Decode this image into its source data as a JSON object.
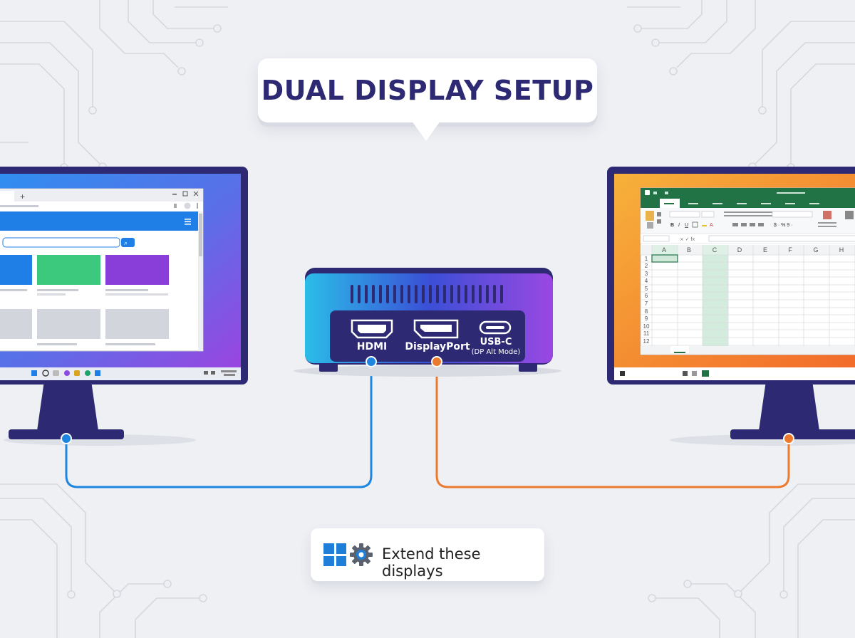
{
  "title": "DUAL DISPLAY SETUP",
  "ports": {
    "hdmi": "HDMI",
    "displayport": "DisplayPort",
    "usbc": "USB-C",
    "usbc_sub": "(DP Alt Mode)"
  },
  "footer": {
    "action_label": "Extend these displays"
  },
  "spreadsheet": {
    "columns": [
      "A",
      "B",
      "C",
      "D",
      "E",
      "F",
      "G",
      "H"
    ],
    "rows": [
      "1",
      "2",
      "3",
      "4",
      "5",
      "6",
      "7",
      "8",
      "9",
      "10",
      "11",
      "12"
    ]
  },
  "colors": {
    "navy": "#2d2a73",
    "blue_cable": "#1f86e0",
    "orange_cable": "#ec7a2e",
    "browser_accent": "#1f7fe6",
    "excel_green": "#217346"
  }
}
